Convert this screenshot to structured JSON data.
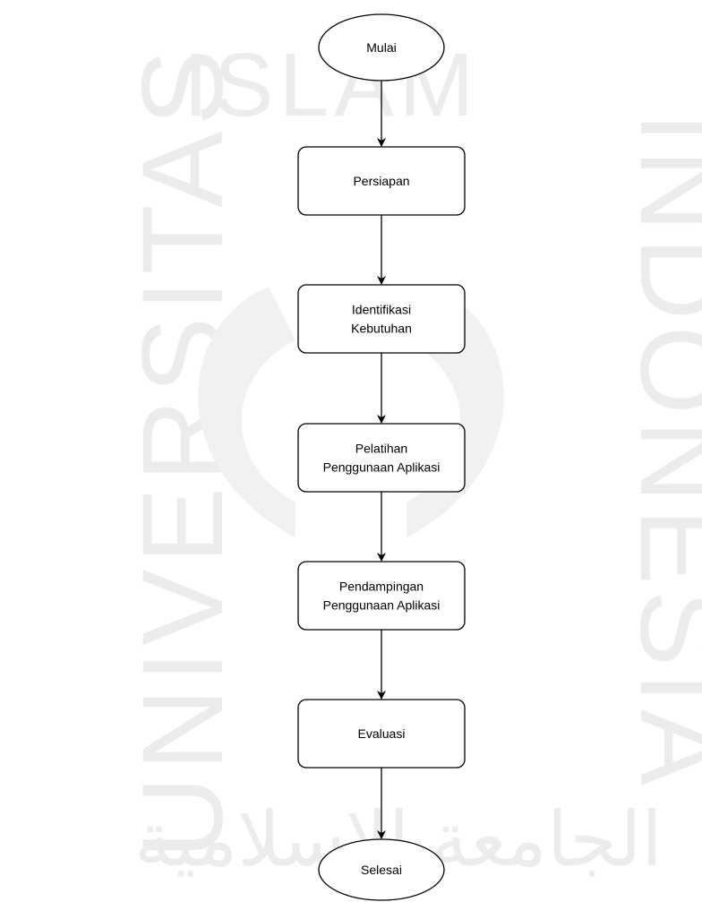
{
  "watermark": {
    "left": "UNIVERSITAS",
    "right": "INDONESIA",
    "top": "ISLAM",
    "bottom": "الجامعة الإسلامية",
    "color": "#ececec"
  },
  "flowchart": {
    "nodes": [
      {
        "id": "start",
        "shape": "ellipse",
        "lines": [
          "Mulai"
        ]
      },
      {
        "id": "persiapan",
        "shape": "rounded-rect",
        "lines": [
          "Persiapan"
        ]
      },
      {
        "id": "identifikasi",
        "shape": "rounded-rect",
        "lines": [
          "Identifikasi",
          "Kebutuhan"
        ]
      },
      {
        "id": "pelatihan",
        "shape": "rounded-rect",
        "lines": [
          "Pelatihan",
          "Penggunaan Aplikasi"
        ]
      },
      {
        "id": "pendampingan",
        "shape": "rounded-rect",
        "lines": [
          "Pendampingan",
          "Penggunaan Aplikasi"
        ]
      },
      {
        "id": "evaluasi",
        "shape": "rounded-rect",
        "lines": [
          "Evaluasi"
        ]
      },
      {
        "id": "end",
        "shape": "ellipse",
        "lines": [
          "Selesai"
        ]
      }
    ],
    "edges": [
      [
        "start",
        "persiapan"
      ],
      [
        "persiapan",
        "identifikasi"
      ],
      [
        "identifikasi",
        "pelatihan"
      ],
      [
        "pelatihan",
        "pendampingan"
      ],
      [
        "pendampingan",
        "evaluasi"
      ],
      [
        "evaluasi",
        "end"
      ]
    ]
  }
}
